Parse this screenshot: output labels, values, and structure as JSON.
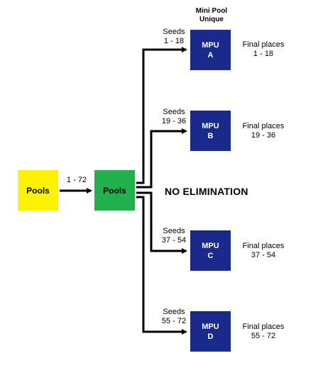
{
  "header": {
    "line1": "Mini Pool",
    "line2": "Unique"
  },
  "pools_left": {
    "label": "Pools"
  },
  "pools_right": {
    "label": "Pools"
  },
  "entry_label": "1 - 72",
  "no_elimination": "NO ELIMINATION",
  "groups": [
    {
      "name": "MPU",
      "letter": "A",
      "seeds_title": "Seeds",
      "seeds_range": "1 - 18",
      "final_title": "Final places",
      "final_range": "1 - 18"
    },
    {
      "name": "MPU",
      "letter": "B",
      "seeds_title": "Seeds",
      "seeds_range": "19 - 36",
      "final_title": "Final places",
      "final_range": "19 - 36"
    },
    {
      "name": "MPU",
      "letter": "C",
      "seeds_title": "Seeds",
      "seeds_range": "37 - 54",
      "final_title": "Final places",
      "final_range": "37 - 54"
    },
    {
      "name": "MPU",
      "letter": "D",
      "seeds_title": "Seeds",
      "seeds_range": "55 - 72",
      "final_title": "Final places",
      "final_range": "55 - 72"
    }
  ],
  "colors": {
    "pools_left": "#fff200",
    "pools_right": "#22b14c",
    "mpu": "#1a2a8c",
    "arrow": "#000000"
  }
}
